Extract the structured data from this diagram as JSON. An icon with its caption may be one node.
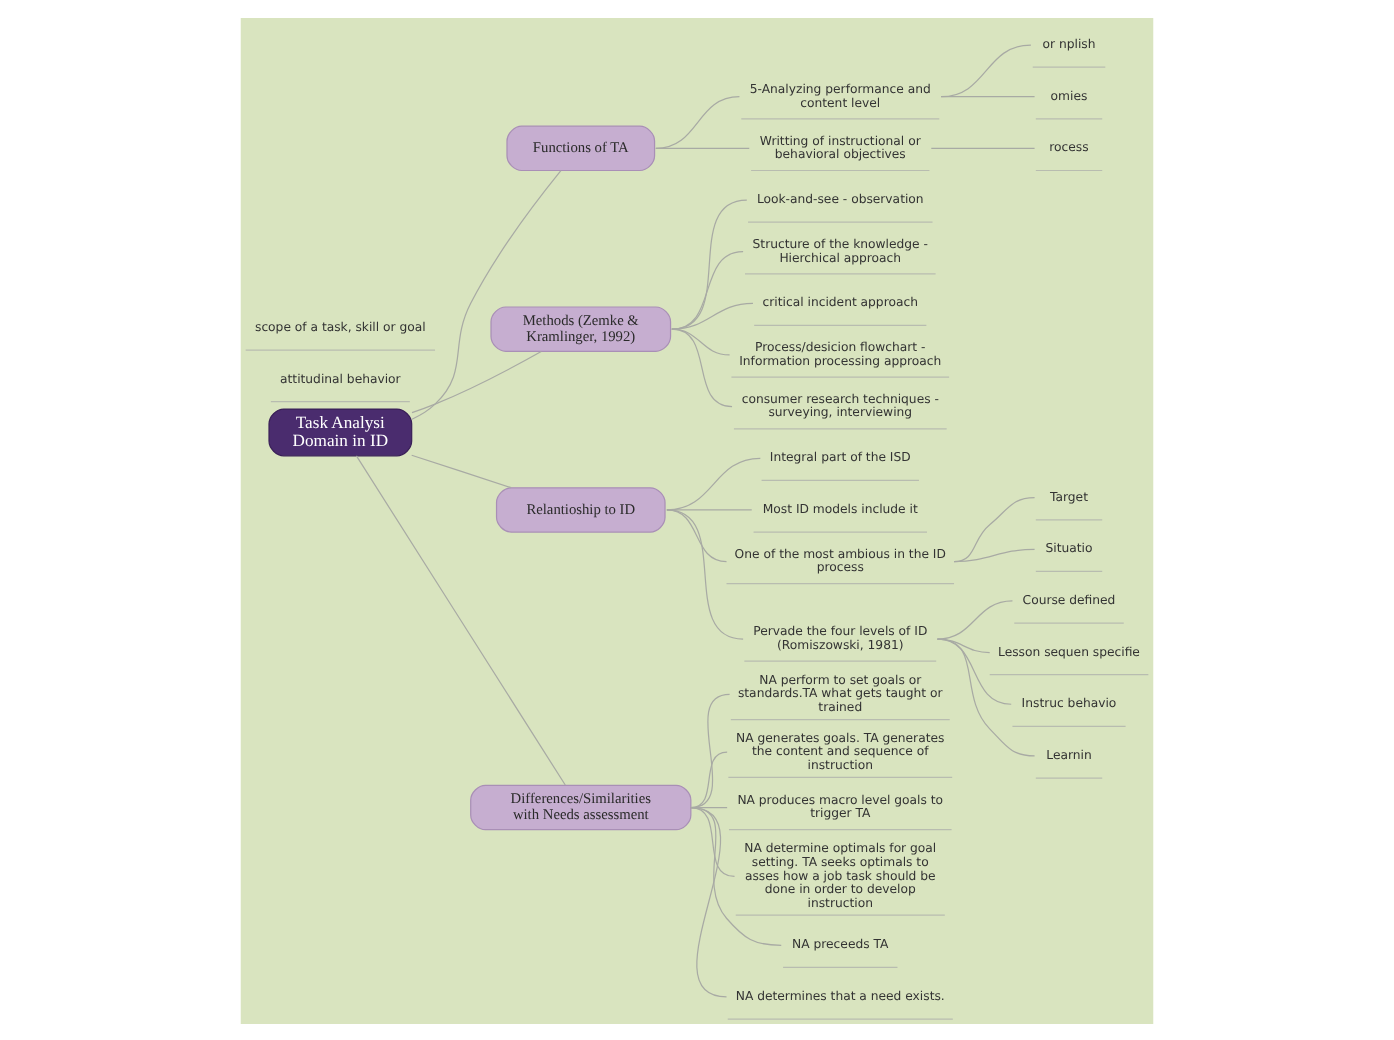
{
  "diagram": {
    "nodes": [
      {
        "text": [
          "Task Analysi Domain in ID"
        ]
      },
      {
        "text": [
          "Functions of TA"
        ]
      },
      {
        "text": [
          "or nplish"
        ]
      },
      {
        "text": [
          "5-Analyzing performance and content level"
        ]
      },
      {
        "text": [
          "omies"
        ]
      },
      {
        "text": [
          "Writting of instructional or behavioral objectives"
        ]
      },
      {
        "text": [
          "rocess"
        ]
      },
      {
        "text": [
          "attitudinal behavior"
        ]
      },
      {
        "text": [
          "scope of a task, skill or goal"
        ]
      },
      {
        "text": [
          "Methods (Zemke & Kramlinger, 1992)"
        ]
      },
      {
        "text": [
          "Look-and-see - observation"
        ]
      },
      {
        "text": [
          "Structure of the knowledge - Hierchical approach"
        ]
      },
      {
        "text": [
          "critical incident approach"
        ]
      },
      {
        "text": [
          "Process/desicion flowchart - Information processing approach"
        ]
      },
      {
        "text": [
          "consumer research techniques - surveying, interviewing"
        ]
      },
      {
        "text": [
          "Relantioship to ID"
        ]
      },
      {
        "text": [
          "Integral part of the ISD"
        ]
      },
      {
        "text": [
          "Most ID models include it"
        ]
      },
      {
        "text": [
          "One of the most ambious in the ID process"
        ]
      },
      {
        "text": [
          "Target"
        ]
      },
      {
        "text": [
          "Situatio"
        ]
      },
      {
        "text": [
          "Pervade the four levels of ID (Romiszowski, 1981)"
        ]
      },
      {
        "text": [
          "Course defined"
        ]
      },
      {
        "text": [
          "Lesson sequen specifie"
        ]
      },
      {
        "text": [
          "Instruc behavio"
        ]
      },
      {
        "text": [
          "Learnin"
        ]
      },
      {
        "text": [
          "Differences/Similarities with Needs assessment"
        ]
      },
      {
        "text": [
          "NA perform to set goals or standards.TA what gets taught or trained"
        ]
      },
      {
        "text": [
          "NA generates goals. TA generates the content and sequence of instruction"
        ]
      },
      {
        "text": [
          "NA produces macro level goals to trigger TA"
        ]
      },
      {
        "text": [
          "NA determine optimals for goal setting. TA seeks optimals to asses how a job task should be done in order to develop instruction"
        ]
      },
      {
        "text": [
          "NA preceeds TA"
        ]
      },
      {
        "text": [
          "NA determines that a need exists."
        ]
      }
    ],
    "edges": [
      {
        "from": 0,
        "to": 1,
        "arrow": "none"
      },
      {
        "from": 0,
        "to": 9,
        "arrow": "none"
      },
      {
        "from": 0,
        "to": 15,
        "arrow": "none"
      },
      {
        "from": 0,
        "to": 26,
        "arrow": "none"
      },
      {
        "from": 1,
        "to": 3,
        "arrow": "none"
      },
      {
        "from": 1,
        "to": 5,
        "arrow": "none"
      },
      {
        "from": 3,
        "to": 2,
        "arrow": "none"
      },
      {
        "from": 3,
        "to": 4,
        "arrow": "none"
      },
      {
        "from": 5,
        "to": 6,
        "arrow": "none"
      },
      {
        "from": 9,
        "to": 10,
        "arrow": "none"
      },
      {
        "from": 9,
        "to": 11,
        "arrow": "none"
      },
      {
        "from": 9,
        "to": 12,
        "arrow": "none"
      },
      {
        "from": 9,
        "to": 13,
        "arrow": "none"
      },
      {
        "from": 9,
        "to": 14,
        "arrow": "none"
      },
      {
        "from": 15,
        "to": 16,
        "arrow": "none"
      },
      {
        "from": 15,
        "to": 17,
        "arrow": "none"
      },
      {
        "from": 15,
        "to": 18,
        "arrow": "none"
      },
      {
        "from": 15,
        "to": 21,
        "arrow": "none"
      },
      {
        "from": 18,
        "to": 19,
        "arrow": "none"
      },
      {
        "from": 18,
        "to": 20,
        "arrow": "none"
      },
      {
        "from": 21,
        "to": 22,
        "arrow": "none"
      },
      {
        "from": 21,
        "to": 23,
        "arrow": "none"
      },
      {
        "from": 21,
        "to": 24,
        "arrow": "none"
      },
      {
        "from": 21,
        "to": 25,
        "arrow": "none"
      },
      {
        "from": 26,
        "to": 27,
        "arrow": "none"
      },
      {
        "from": 26,
        "to": 28,
        "arrow": "none"
      },
      {
        "from": 26,
        "to": 29,
        "arrow": "none"
      },
      {
        "from": 26,
        "to": 30,
        "arrow": "none"
      },
      {
        "from": 26,
        "to": 31,
        "arrow": "none"
      },
      {
        "from": 26,
        "to": 32,
        "arrow": "none"
      }
    ]
  }
}
